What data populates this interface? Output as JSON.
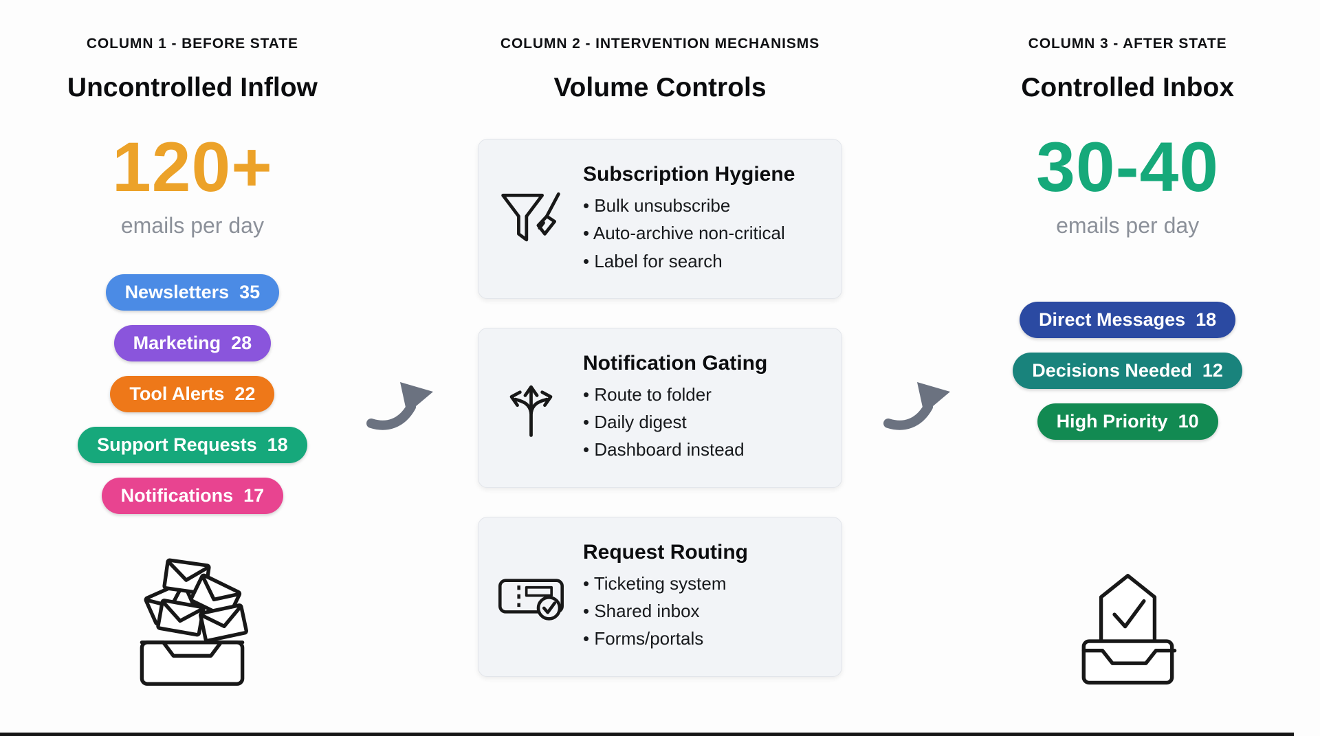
{
  "page": {
    "background": "#fdfdfd",
    "bottom_line_color": "#161616"
  },
  "flow": {
    "arrow_color": "#6b7280"
  },
  "col1": {
    "eyebrow": "COLUMN 1 - BEFORE STATE",
    "title": "Uncontrolled Inflow",
    "stat": "120+",
    "stat_color": "#eca229",
    "stat_caption": "emails per day",
    "pills": [
      {
        "label": "Newsletters",
        "value": "35",
        "color": "#4b8be5"
      },
      {
        "label": "Marketing",
        "value": "28",
        "color": "#8a55dc"
      },
      {
        "label": "Tool Alerts",
        "value": "22",
        "color": "#ee7819"
      },
      {
        "label": "Support Requests",
        "value": "18",
        "color": "#16a87b"
      },
      {
        "label": "Notifications",
        "value": "17",
        "color": "#e84490"
      }
    ],
    "icon": "overflowing-inbox-icon"
  },
  "col2": {
    "eyebrow": "COLUMN 2 - INTERVENTION MECHANISMS",
    "title": "Volume Controls",
    "cards": [
      {
        "title": "Subscription Hygiene",
        "icon": "funnel-broom-icon",
        "items": [
          "Bulk unsubscribe",
          "Auto-archive non-critical",
          "Label for search"
        ]
      },
      {
        "title": "Notification Gating",
        "icon": "branching-arrows-icon",
        "items": [
          "Route to folder",
          "Daily digest",
          "Dashboard instead"
        ]
      },
      {
        "title": "Request Routing",
        "icon": "ticket-check-icon",
        "items": [
          "Ticketing system",
          "Shared inbox",
          "Forms/portals"
        ]
      }
    ]
  },
  "col3": {
    "eyebrow": "COLUMN 3 - AFTER STATE",
    "title": "Controlled Inbox",
    "stat": "30-40",
    "stat_color": "#16a97a",
    "stat_caption": "emails per day",
    "pills": [
      {
        "label": "Direct Messages",
        "value": "18",
        "color": "#2b4aa2"
      },
      {
        "label": "Decisions Needed",
        "value": "12",
        "color": "#19837c"
      },
      {
        "label": "High Priority",
        "value": "10",
        "color": "#128a52"
      }
    ],
    "icon": "inbox-check-icon"
  }
}
